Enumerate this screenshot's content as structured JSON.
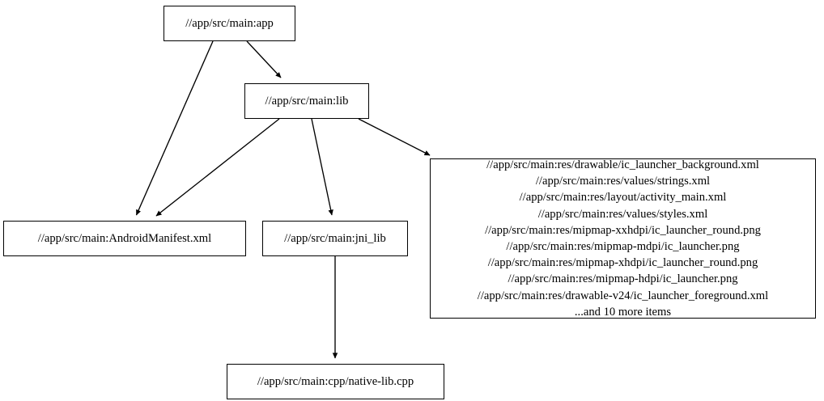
{
  "graph": {
    "type": "directed-dependency-graph",
    "background_color": "#ffffff",
    "stroke_color": "#000000",
    "nodes": [
      {
        "id": "app",
        "label": "//app/src/main:app"
      },
      {
        "id": "lib",
        "label": "//app/src/main:lib"
      },
      {
        "id": "manifest",
        "label": "//app/src/main:AndroidManifest.xml"
      },
      {
        "id": "jni",
        "label": "//app/src/main:jni_lib"
      },
      {
        "id": "nativelib",
        "label": "//app/src/main:cpp/native-lib.cpp"
      },
      {
        "id": "resources",
        "label": "//app/src/main:res/drawable/ic_launcher_background.xml\n//app/src/main:res/values/strings.xml\n//app/src/main:res/layout/activity_main.xml\n//app/src/main:res/values/styles.xml\n//app/src/main:res/mipmap-xxhdpi/ic_launcher_round.png\n//app/src/main:res/mipmap-mdpi/ic_launcher.png\n//app/src/main:res/mipmap-xhdpi/ic_launcher_round.png\n//app/src/main:res/mipmap-hdpi/ic_launcher.png\n//app/src/main:res/drawable-v24/ic_launcher_foreground.xml\n...and 10 more items",
        "lines": [
          "//app/src/main:res/drawable/ic_launcher_background.xml",
          "//app/src/main:res/values/strings.xml",
          "//app/src/main:res/layout/activity_main.xml",
          "//app/src/main:res/values/styles.xml",
          "//app/src/main:res/mipmap-xxhdpi/ic_launcher_round.png",
          "//app/src/main:res/mipmap-mdpi/ic_launcher.png",
          "//app/src/main:res/mipmap-xhdpi/ic_launcher_round.png",
          "//app/src/main:res/mipmap-hdpi/ic_launcher.png",
          "//app/src/main:res/drawable-v24/ic_launcher_foreground.xml",
          "...and 10 more items"
        ]
      }
    ],
    "edges": [
      {
        "from": "app",
        "to": "manifest"
      },
      {
        "from": "app",
        "to": "lib"
      },
      {
        "from": "lib",
        "to": "manifest"
      },
      {
        "from": "lib",
        "to": "jni"
      },
      {
        "from": "lib",
        "to": "resources"
      },
      {
        "from": "jni",
        "to": "nativelib"
      }
    ]
  }
}
